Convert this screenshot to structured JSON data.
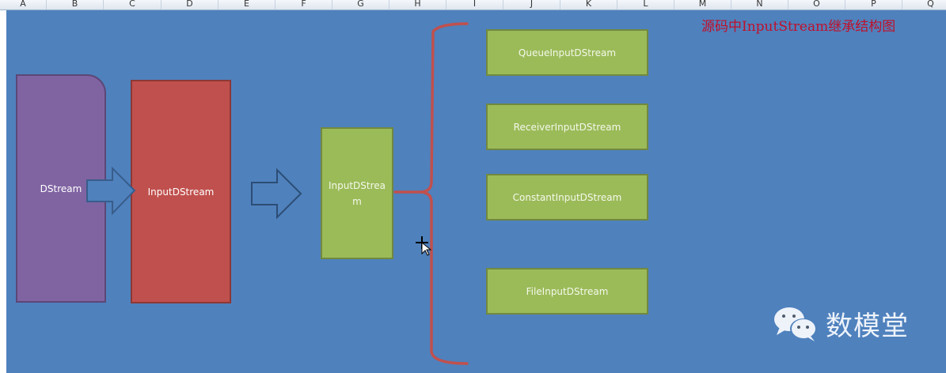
{
  "spreadsheet": {
    "columns": [
      "A",
      "B",
      "C",
      "D",
      "E",
      "F",
      "G",
      "H",
      "I",
      "J",
      "K",
      "L",
      "M",
      "N",
      "O",
      "P",
      "Q"
    ]
  },
  "diagram": {
    "title": "源码中InputStream继承结构图",
    "root": "DStream",
    "parent": "InputDStream",
    "base": "InputDStream",
    "children": [
      "QueueInputDStream",
      "ReceiverInputDStream",
      "ConstantInputDStream",
      "FileInputDStream"
    ],
    "colors": {
      "background": "#4f81bd",
      "purple": "#8064a2",
      "red": "#c0504d",
      "green": "#9bbb59",
      "brace": "#c0504d"
    }
  },
  "watermark": {
    "text": "数模堂",
    "icon": "wechat-icon"
  }
}
